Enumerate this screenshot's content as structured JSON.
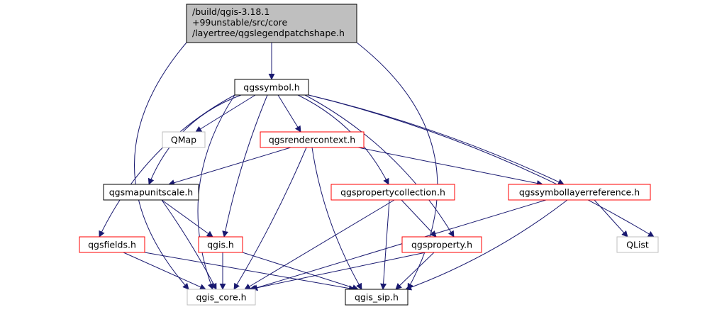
{
  "colors": {
    "edge": "#191970",
    "border_black": "#000000",
    "border_red": "#ff0000",
    "border_gray": "#bfbfbf",
    "root_fill": "#bfbfbf",
    "node_fill": "#ffffff"
  },
  "nodes": [
    {
      "id": "root",
      "lines": [
        "/build/qgis-3.18.1",
        "+99unstable/src/core",
        "/layertree/qgslegendpatchshape.h"
      ],
      "style": "root"
    },
    {
      "id": "qgssymbol",
      "lines": [
        "qgssymbol.h"
      ],
      "style": "black"
    },
    {
      "id": "qmap",
      "lines": [
        "QMap"
      ],
      "style": "gray"
    },
    {
      "id": "qgsrendercontext",
      "lines": [
        "qgsrendercontext.h"
      ],
      "style": "red"
    },
    {
      "id": "qgsmapunitscale",
      "lines": [
        "qgsmapunitscale.h"
      ],
      "style": "black"
    },
    {
      "id": "qgspropertycollection",
      "lines": [
        "qgspropertycollection.h"
      ],
      "style": "red"
    },
    {
      "id": "qgssymbollayerreference",
      "lines": [
        "qgssymbollayerreference.h"
      ],
      "style": "red"
    },
    {
      "id": "qgsfields",
      "lines": [
        "qgsfields.h"
      ],
      "style": "red"
    },
    {
      "id": "qgis",
      "lines": [
        "qgis.h"
      ],
      "style": "red"
    },
    {
      "id": "qgsproperty",
      "lines": [
        "qgsproperty.h"
      ],
      "style": "red"
    },
    {
      "id": "qlist",
      "lines": [
        "QList"
      ],
      "style": "gray"
    },
    {
      "id": "qgis_core",
      "lines": [
        "qgis_core.h"
      ],
      "style": "gray"
    },
    {
      "id": "qgis_sip",
      "lines": [
        "qgis_sip.h"
      ],
      "style": "black"
    }
  ],
  "edges": [
    [
      "root",
      "qgssymbol"
    ],
    [
      "root",
      "qgis_core"
    ],
    [
      "root",
      "qgis_sip"
    ],
    [
      "qgssymbol",
      "qmap"
    ],
    [
      "qgssymbol",
      "qgsrendercontext"
    ],
    [
      "qgssymbol",
      "qgsmapunitscale"
    ],
    [
      "qgssymbol",
      "qgspropertycollection"
    ],
    [
      "qgssymbol",
      "qgssymbollayerreference"
    ],
    [
      "qgssymbol",
      "qgsfields"
    ],
    [
      "qgssymbol",
      "qgis"
    ],
    [
      "qgssymbol",
      "qgsproperty"
    ],
    [
      "qgssymbol",
      "qlist"
    ],
    [
      "qgssymbol",
      "qgis_core"
    ],
    [
      "qgsrendercontext",
      "qgsmapunitscale"
    ],
    [
      "qgsrendercontext",
      "qgssymbollayerreference"
    ],
    [
      "qgsrendercontext",
      "qgis_core"
    ],
    [
      "qgsrendercontext",
      "qgis_sip"
    ],
    [
      "qgsmapunitscale",
      "qgis"
    ],
    [
      "qgsmapunitscale",
      "qgis_core"
    ],
    [
      "qgspropertycollection",
      "qgsproperty"
    ],
    [
      "qgspropertycollection",
      "qgis_core"
    ],
    [
      "qgspropertycollection",
      "qgis_sip"
    ],
    [
      "qgssymbollayerreference",
      "qlist"
    ],
    [
      "qgssymbollayerreference",
      "qgis_core"
    ],
    [
      "qgssymbollayerreference",
      "qgis_sip"
    ],
    [
      "qgsfields",
      "qgis_core"
    ],
    [
      "qgsfields",
      "qgis_sip"
    ],
    [
      "qgis",
      "qgis_core"
    ],
    [
      "qgis",
      "qgis_sip"
    ],
    [
      "qgsproperty",
      "qgis_core"
    ],
    [
      "qgsproperty",
      "qgis_sip"
    ]
  ]
}
